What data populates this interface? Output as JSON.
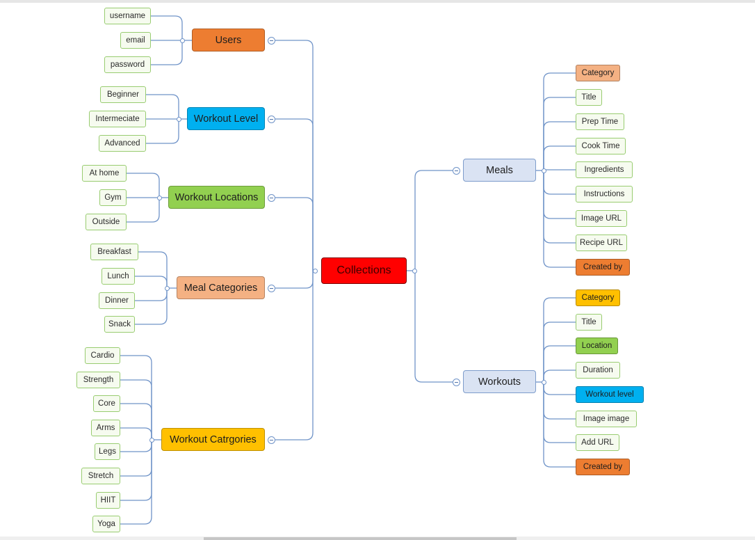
{
  "colors": {
    "line": "#6f93c8",
    "leaf_fill": "#f6fbef",
    "leaf_border": "#98cc70",
    "root_fill": "#ff0000",
    "orange": "#ed7d31",
    "blue": "#00b0f0",
    "green": "#92d050",
    "salmon": "#f4b183",
    "yellow": "#ffc000",
    "light_blue": "#dae3f3"
  },
  "mindmap": {
    "root": {
      "label": "Collections"
    },
    "left_branches": [
      {
        "label": "Users",
        "children": [
          "username",
          "email",
          "password"
        ]
      },
      {
        "label": "Workout Level",
        "children": [
          "Beginner",
          "Intermeciate",
          "Advanced"
        ]
      },
      {
        "label": "Workout Locations",
        "children": [
          "At home",
          "Gym",
          "Outside"
        ]
      },
      {
        "label": "Meal Categories",
        "children": [
          "Breakfast",
          "Lunch",
          "Dinner",
          "Snack"
        ]
      },
      {
        "label": "Workout Catrgories",
        "children": [
          "Cardio",
          "Strength",
          "Core",
          "Arms",
          "Legs",
          "Stretch",
          "HIIT",
          "Yoga"
        ]
      }
    ],
    "right_branches": [
      {
        "label": "Meals",
        "children": [
          "Category",
          "Title",
          "Prep Time",
          "Cook Time",
          "Ingredients",
          "Instructions",
          "Image URL",
          "Recipe URL",
          "Created by"
        ]
      },
      {
        "label": "Workouts",
        "children": [
          "Category",
          "Title",
          "Location",
          "Duration",
          "Workout  level",
          "Image image",
          "Add URL",
          "Created by"
        ]
      }
    ]
  }
}
